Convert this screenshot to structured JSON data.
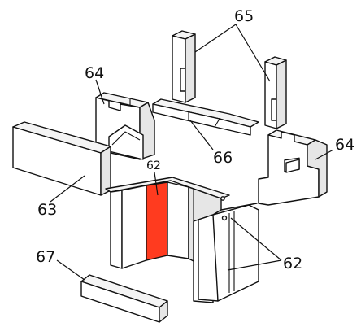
{
  "labels": {
    "p65": "65",
    "p64_left": "64",
    "p64_right": "64",
    "p66": "66",
    "p63": "63",
    "p62_top": "62",
    "p62_right": "62",
    "p67": "67"
  },
  "colors": {
    "highlight": "#ff3b1f",
    "line": "#111111"
  }
}
